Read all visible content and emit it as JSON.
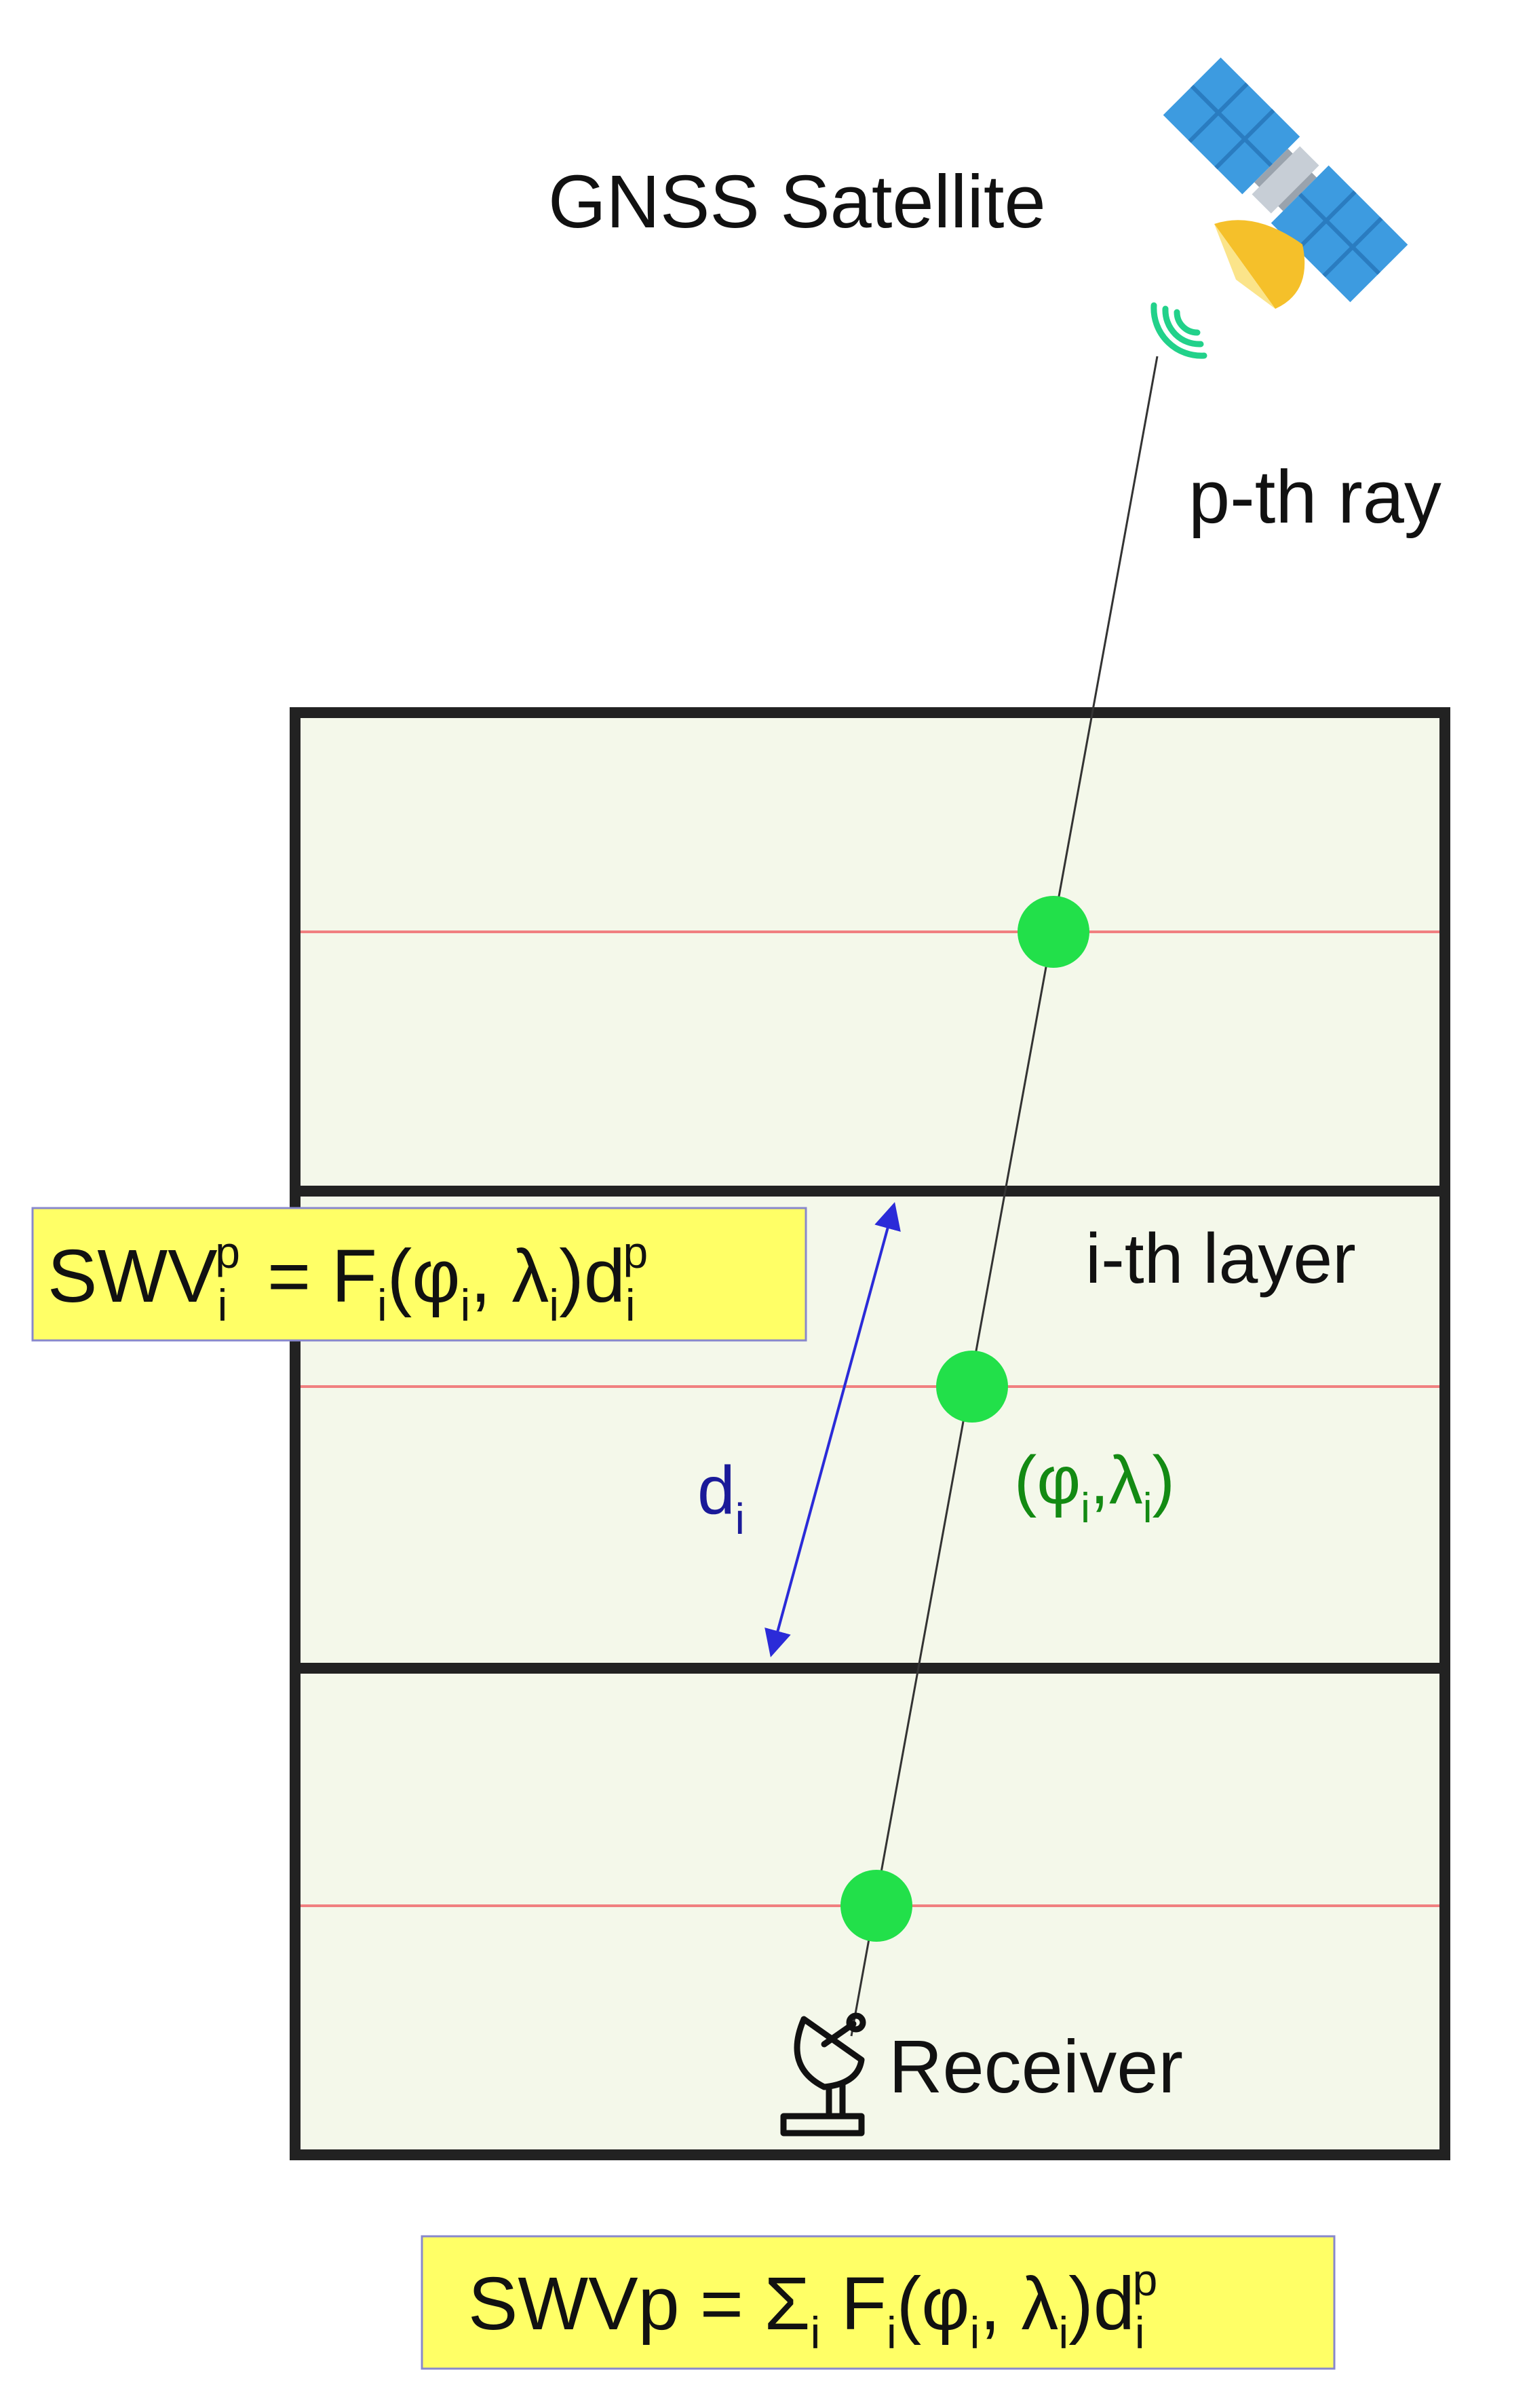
{
  "labels": {
    "satellite": "GNSS Satellite",
    "ray": "p-th ray",
    "layer": "i-th layer",
    "receiver": "Receiver"
  },
  "distance_label": {
    "base": "d",
    "sub": "i"
  },
  "point_label": {
    "open": "(",
    "phi": "φ",
    "phi_sub": "i",
    "comma": ",",
    "lambda": "λ",
    "lambda_sub": "i",
    "close": ")"
  },
  "equation_layer": {
    "lhs": "SWV",
    "lhs_sub": "i",
    "lhs_sup": "p",
    "eq_f": "= F",
    "f_sub": "i",
    "open": "(φ",
    "phi_sub": "i",
    "mid": ", λ",
    "lambda_sub": "i",
    "close_d": ")d",
    "d_sub": "i",
    "d_sup": "p"
  },
  "equation_total": {
    "lhs": "SWVp",
    "eq_sum": "= Σ",
    "sum_sub": "i",
    "f": " F",
    "f_sub": "i",
    "open": "(φ",
    "phi_sub": "i",
    "mid": ", λ",
    "lambda_sub": "i",
    "close_d": ")d",
    "d_sub": "i",
    "d_sup": "p"
  },
  "colors": {
    "box_fill": "#f4f8ea",
    "box_stroke": "#222222",
    "layer_line": "#f08080",
    "point": "#22e04a",
    "arrow": "#2b2bd8",
    "d_label": "#1a1a99",
    "point_label": "#138a13",
    "highlight": "#ffff66",
    "highlight_border": "#8888cc",
    "panel_blue": "#3d9be0",
    "dish_yellow": "#f5c02a",
    "signal": "#22d18a"
  },
  "icons": [
    "satellite-icon",
    "signal-icon",
    "receiver-dish-icon"
  ]
}
